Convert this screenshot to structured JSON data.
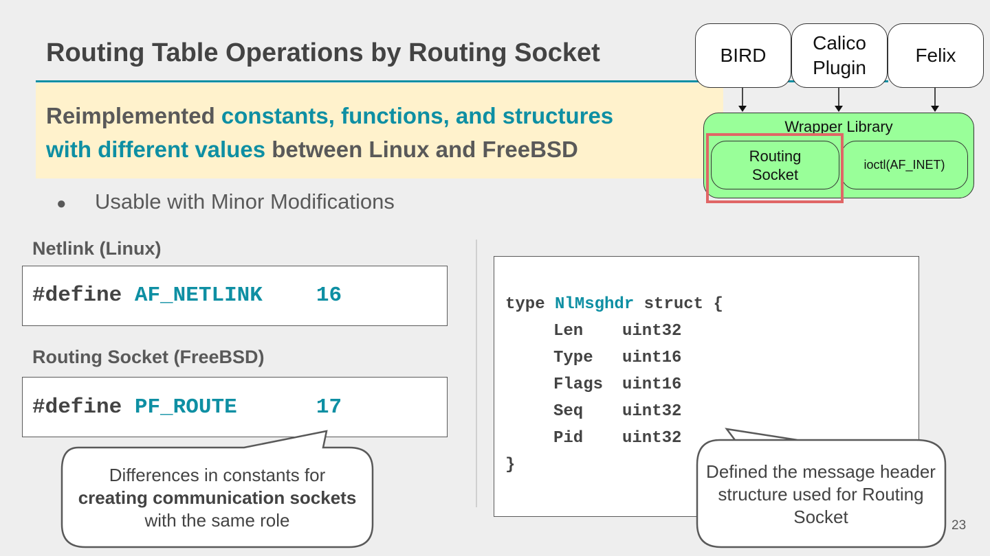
{
  "slide": {
    "title": "Routing Table Operations by Routing Socket",
    "highlight": {
      "part1": "Reimplemented ",
      "part2": "constants, functions, and structures",
      "part3": "with different values",
      "part4": " between Linux and FreeBSD"
    },
    "bullet": "Usable with Minor Modifications",
    "page_number": "23",
    "colors": {
      "accent": "#0e8fa3",
      "highlight_bg": "#fff2cc",
      "wrapper_green": "#99ff99",
      "box_red": "#e06666"
    }
  },
  "netlink": {
    "label": "Netlink (Linux)",
    "keyword": "#define",
    "name": "AF_NETLINK",
    "value": "16"
  },
  "routing_socket": {
    "label": "Routing Socket (FreeBSD)",
    "keyword": "#define",
    "name": "PF_ROUTE",
    "value": "17"
  },
  "callout_left": {
    "line1": "Differences in constants for",
    "bold": "creating communication sockets",
    "rest": " with the same role"
  },
  "struct": {
    "kw_type": "type",
    "name": "NlMsghdr",
    "kw_struct": "struct {",
    "fields": [
      {
        "name": "Len",
        "type": "uint32"
      },
      {
        "name": "Type",
        "type": "uint16"
      },
      {
        "name": "Flags",
        "type": "uint16"
      },
      {
        "name": "Seq",
        "type": "uint32"
      },
      {
        "name": "Pid",
        "type": "uint32"
      }
    ],
    "close": "}"
  },
  "callout_right": {
    "text": "Defined the message header structure used for Routing Socket"
  },
  "diagram": {
    "top_boxes": [
      "BIRD",
      "Calico Plugin",
      "Felix"
    ],
    "wrapper_label": "Wrapper Library",
    "routing_socket": "Routing Socket",
    "ioctl": "ioctl(AF_INET)"
  }
}
